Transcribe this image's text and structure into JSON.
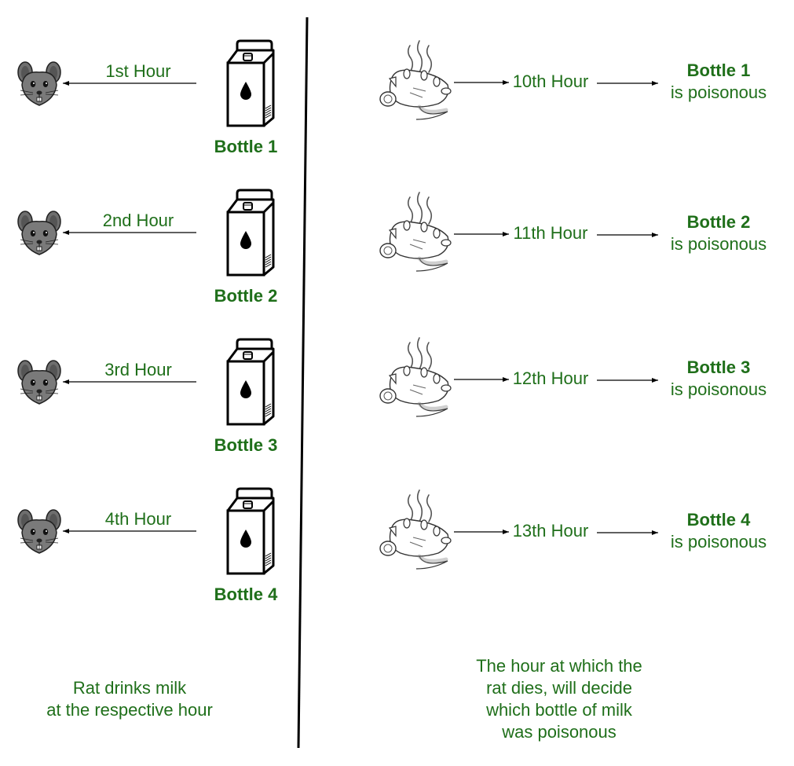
{
  "drinking": [
    {
      "hour": "1st Hour",
      "bottle": "Bottle 1"
    },
    {
      "hour": "2nd Hour",
      "bottle": "Bottle 2"
    },
    {
      "hour": "3rd Hour",
      "bottle": "Bottle 3"
    },
    {
      "hour": "4th Hour",
      "bottle": "Bottle 4"
    }
  ],
  "deaths": [
    {
      "hour": "10th Hour",
      "bottle": "Bottle 1",
      "verdict": "is poisonous"
    },
    {
      "hour": "11th Hour",
      "bottle": "Bottle 2",
      "verdict": "is poisonous"
    },
    {
      "hour": "12th Hour",
      "bottle": "Bottle 3",
      "verdict": "is poisonous"
    },
    {
      "hour": "13th Hour",
      "bottle": "Bottle 4",
      "verdict": "is poisonous"
    }
  ],
  "captions": {
    "left": "Rat drinks milk\nat the respective hour",
    "right": "The hour at which the\nrat dies, will decide\nwhich bottle of milk\nwas poisonous"
  },
  "colors": {
    "text": "#1f6f1a",
    "rat": "#777777",
    "line": "#000000"
  },
  "icons": {
    "live_rat": "rat-head-icon",
    "dead_rat": "dead-rat-icon",
    "bottle": "milk-carton-icon"
  }
}
